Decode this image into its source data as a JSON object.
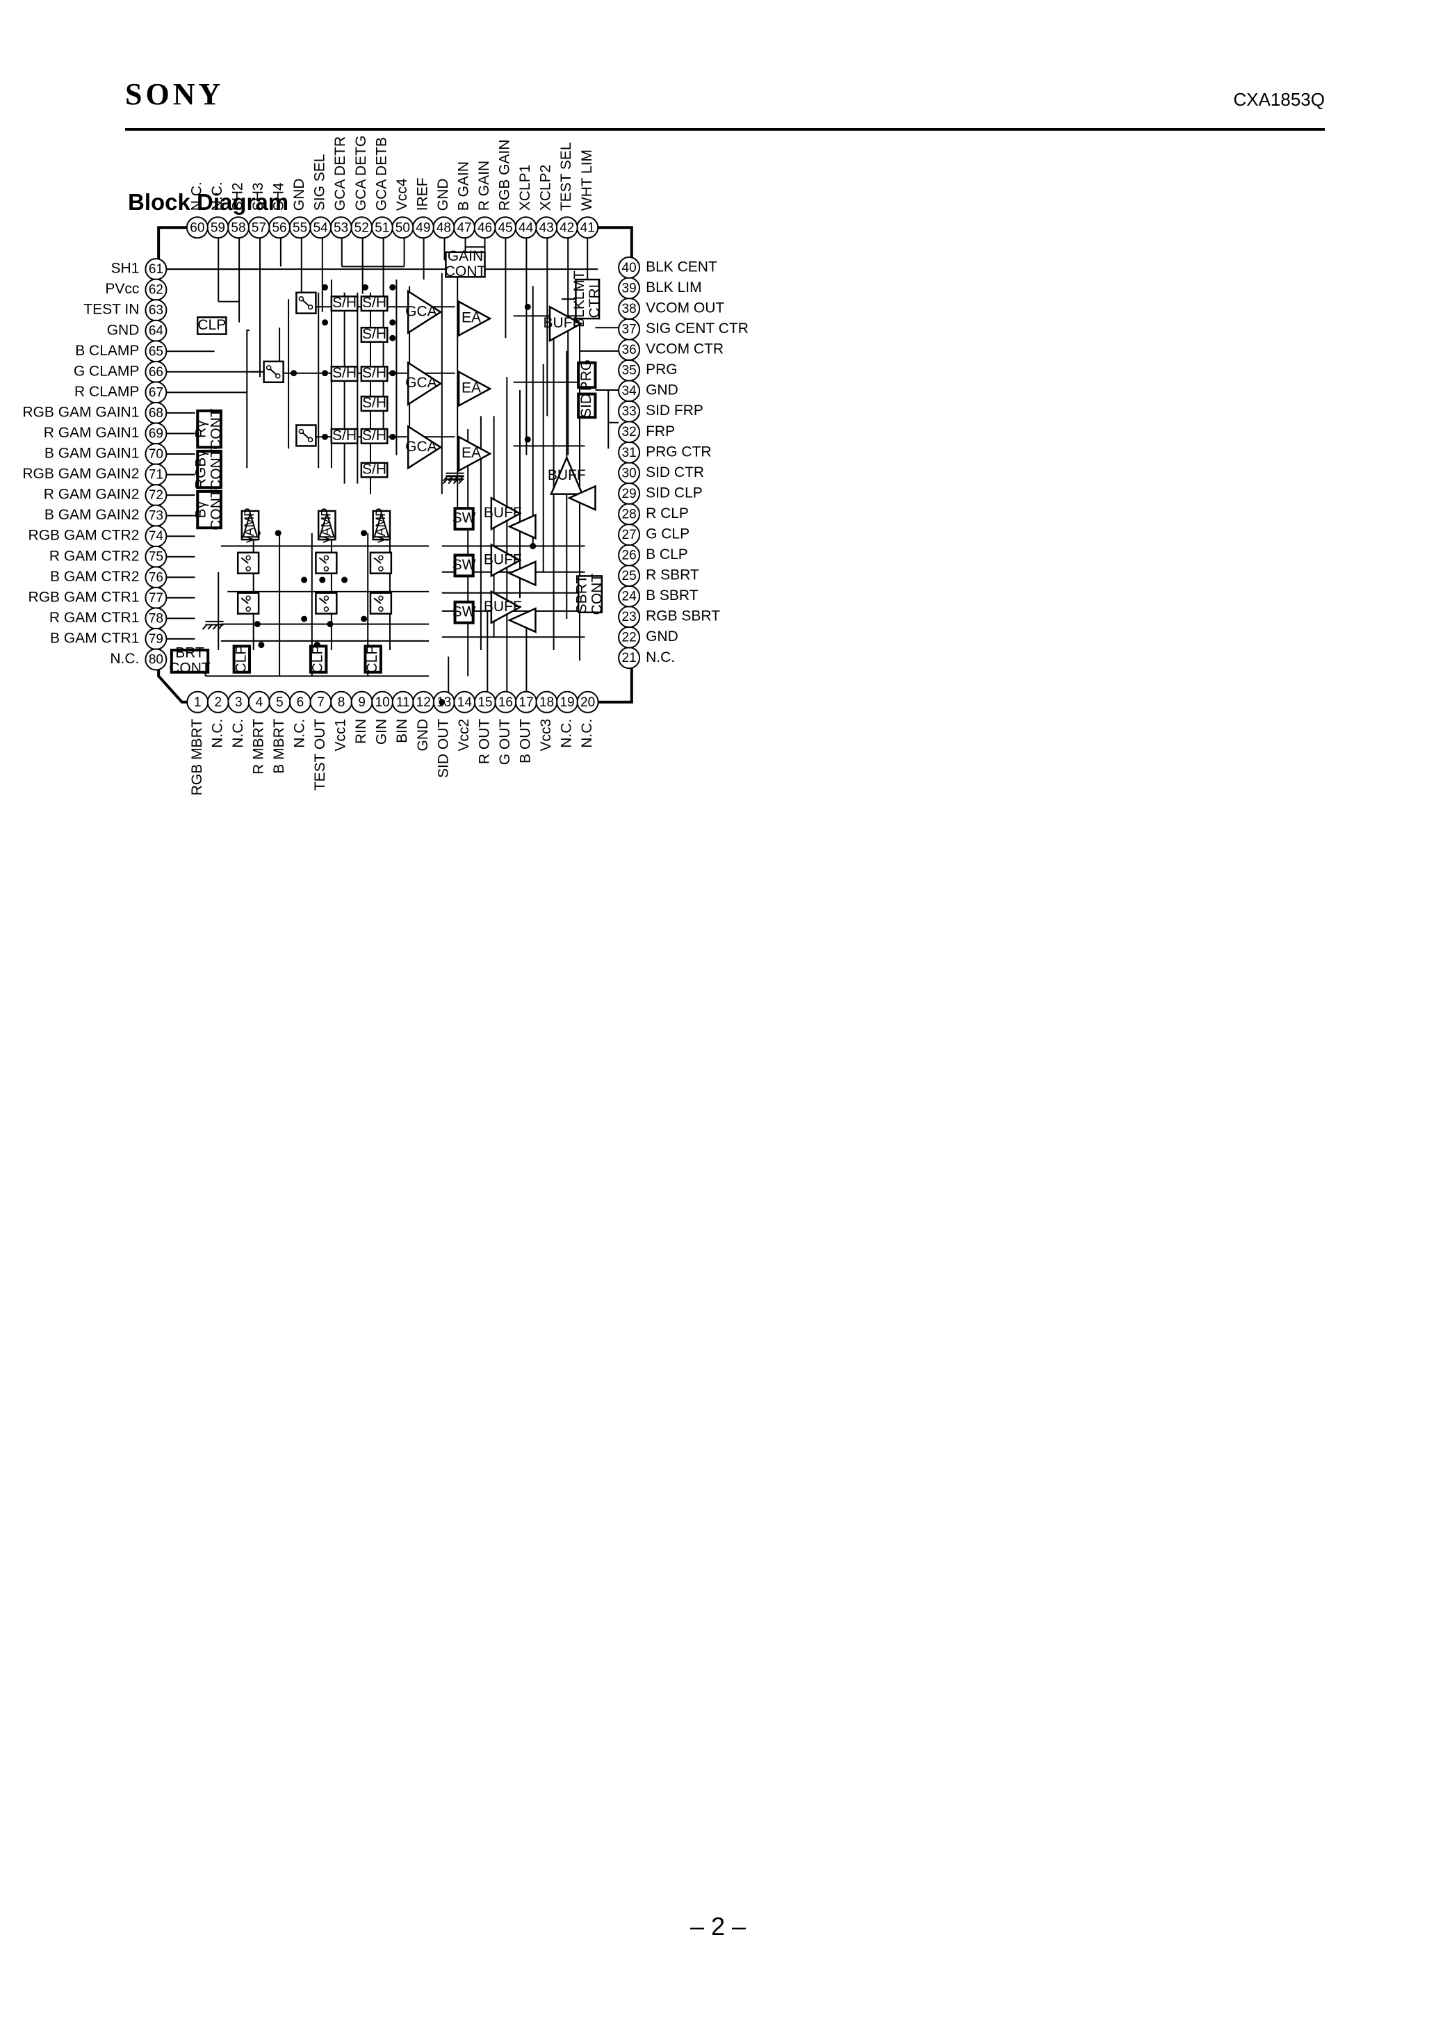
{
  "header": {
    "brand": "SONY",
    "part_number": "CXA1853Q"
  },
  "title": "Block Diagram",
  "page_number": "– 2 –",
  "pins": [
    {
      "n": "1",
      "label": "RGB MBRT"
    },
    {
      "n": "2",
      "label": "N.C."
    },
    {
      "n": "3",
      "label": "N.C."
    },
    {
      "n": "4",
      "label": "R MBRT"
    },
    {
      "n": "5",
      "label": "B MBRT"
    },
    {
      "n": "6",
      "label": "N.C."
    },
    {
      "n": "7",
      "label": "TEST OUT"
    },
    {
      "n": "8",
      "label": "Vcc1"
    },
    {
      "n": "9",
      "label": "RIN"
    },
    {
      "n": "10",
      "label": "GIN"
    },
    {
      "n": "11",
      "label": "BIN"
    },
    {
      "n": "12",
      "label": "GND"
    },
    {
      "n": "13",
      "label": "SID OUT"
    },
    {
      "n": "14",
      "label": "Vcc2"
    },
    {
      "n": "15",
      "label": "R OUT"
    },
    {
      "n": "16",
      "label": "G OUT"
    },
    {
      "n": "17",
      "label": "B OUT"
    },
    {
      "n": "18",
      "label": "Vcc3"
    },
    {
      "n": "19",
      "label": "N.C."
    },
    {
      "n": "20",
      "label": "N.C."
    },
    {
      "n": "21",
      "label": "N.C."
    },
    {
      "n": "22",
      "label": "GND"
    },
    {
      "n": "23",
      "label": "RGB SBRT"
    },
    {
      "n": "24",
      "label": "B SBRT"
    },
    {
      "n": "25",
      "label": "R SBRT"
    },
    {
      "n": "26",
      "label": "B CLP"
    },
    {
      "n": "27",
      "label": "G CLP"
    },
    {
      "n": "28",
      "label": "R CLP"
    },
    {
      "n": "29",
      "label": "SID CLP"
    },
    {
      "n": "30",
      "label": "SID CTR"
    },
    {
      "n": "31",
      "label": "PRG CTR"
    },
    {
      "n": "32",
      "label": "FRP"
    },
    {
      "n": "33",
      "label": "SID FRP"
    },
    {
      "n": "34",
      "label": "GND"
    },
    {
      "n": "35",
      "label": "PRG"
    },
    {
      "n": "36",
      "label": "VCOM CTR"
    },
    {
      "n": "37",
      "label": "SIG CENT CTR"
    },
    {
      "n": "38",
      "label": "VCOM OUT"
    },
    {
      "n": "39",
      "label": "BLK LIM"
    },
    {
      "n": "40",
      "label": "BLK CENT"
    },
    {
      "n": "41",
      "label": "WHT LIM"
    },
    {
      "n": "42",
      "label": "TEST SEL"
    },
    {
      "n": "43",
      "label": "XCLP2"
    },
    {
      "n": "44",
      "label": "XCLP1"
    },
    {
      "n": "45",
      "label": "RGB GAIN"
    },
    {
      "n": "46",
      "label": "R GAIN"
    },
    {
      "n": "47",
      "label": "B GAIN"
    },
    {
      "n": "48",
      "label": "GND"
    },
    {
      "n": "49",
      "label": "IREF"
    },
    {
      "n": "50",
      "label": "Vcc4"
    },
    {
      "n": "51",
      "label": "GCA DETB"
    },
    {
      "n": "52",
      "label": "GCA DETG"
    },
    {
      "n": "53",
      "label": "GCA DETR"
    },
    {
      "n": "54",
      "label": "SIG SEL"
    },
    {
      "n": "55",
      "label": "GND"
    },
    {
      "n": "56",
      "label": "SH4"
    },
    {
      "n": "57",
      "label": "SH3"
    },
    {
      "n": "58",
      "label": "SH2"
    },
    {
      "n": "59",
      "label": "N.C."
    },
    {
      "n": "60",
      "label": "N.C."
    },
    {
      "n": "61",
      "label": "SH1"
    },
    {
      "n": "62",
      "label": "PVcc"
    },
    {
      "n": "63",
      "label": "TEST IN"
    },
    {
      "n": "64",
      "label": "GND"
    },
    {
      "n": "65",
      "label": "B CLAMP"
    },
    {
      "n": "66",
      "label": "G CLAMP"
    },
    {
      "n": "67",
      "label": "R CLAMP"
    },
    {
      "n": "68",
      "label": "RGB GAM GAIN1"
    },
    {
      "n": "69",
      "label": "R GAM GAIN1"
    },
    {
      "n": "70",
      "label": "B GAM GAIN1"
    },
    {
      "n": "71",
      "label": "RGB GAM GAIN2"
    },
    {
      "n": "72",
      "label": "R GAM GAIN2"
    },
    {
      "n": "73",
      "label": "B GAM GAIN2"
    },
    {
      "n": "74",
      "label": "RGB GAM CTR2"
    },
    {
      "n": "75",
      "label": "R GAM CTR2"
    },
    {
      "n": "76",
      "label": "B GAM CTR2"
    },
    {
      "n": "77",
      "label": "RGB GAM CTR1"
    },
    {
      "n": "78",
      "label": "R GAM CTR1"
    },
    {
      "n": "79",
      "label": "B GAM CTR1"
    },
    {
      "n": "80",
      "label": "N.C."
    }
  ],
  "blocks": {
    "gain_cont": [
      "GAIN",
      "CONT"
    ],
    "clp_top": "CLP",
    "sh": "S/H",
    "gca": "GCA",
    "ea": "EA",
    "buff": "BUFF",
    "blklmt": [
      "BLKLMT",
      "CTRL"
    ],
    "prg": "PRG",
    "sid": "SID",
    "sw": "SW",
    "sbrt": [
      "SBRT",
      "CONT"
    ],
    "ry_cont": [
      "Rγ",
      "CONT"
    ],
    "rgby_cont": [
      "RGBγ",
      "CONT"
    ],
    "by_cont": [
      "Bγ",
      "CONT"
    ],
    "gamma_amp": "γAMP",
    "clp": "CLP",
    "brt_cont": [
      "BRT",
      "CONT"
    ]
  }
}
